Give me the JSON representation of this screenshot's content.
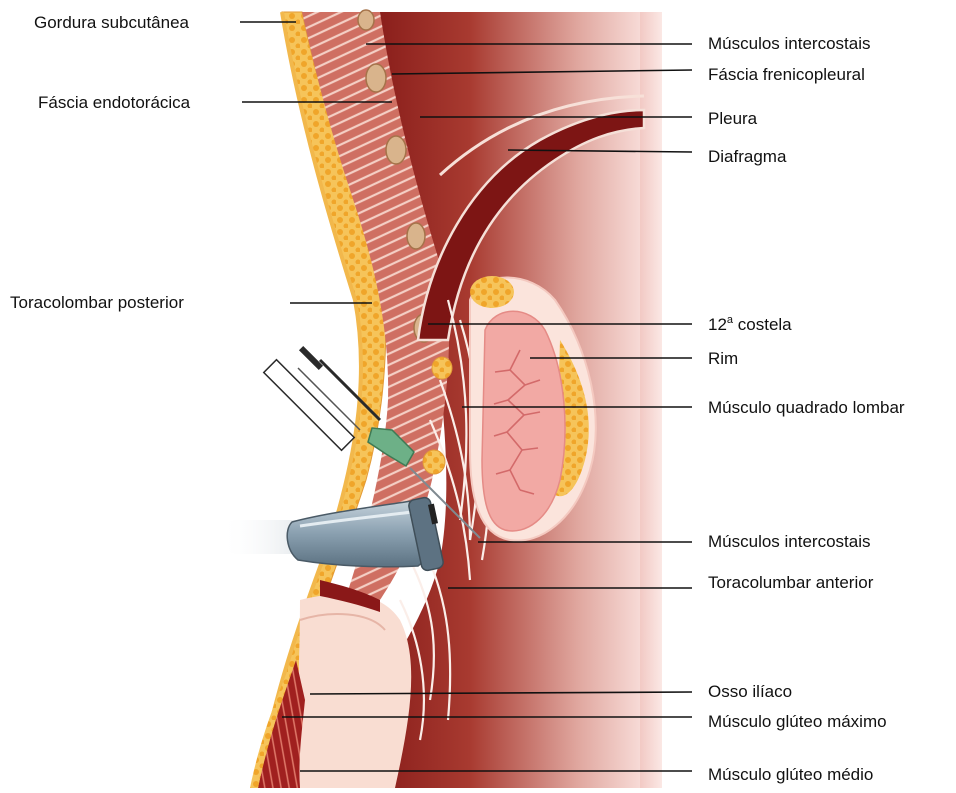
{
  "labels": {
    "gordura_subcutanea": "Gordura subcutânea",
    "fascia_endotoracica": "Fáscia endotorácica",
    "toracolombar_posterior": "Toracolombar posterior",
    "musculos_intercostais_top": "Músculos intercostais",
    "fascia_frenicopleural": "Fáscia frenicopleural",
    "pleura": "Pleura",
    "diafragma": "Diafragma",
    "costela_number": "12",
    "costela_sup": "a",
    "costela_word": " costela",
    "rim": "Rim",
    "musculo_quadrado_lombar": "Músculo quadrado lombar",
    "musculos_intercostais_bottom": "Músculos intercostais",
    "toracolumbar_anterior": "Toracolumbar anterior",
    "osso_iliaco": "Osso ilíaco",
    "musculo_gluteo_maximo": "Músculo glúteo máximo",
    "musculo_gluteo_medio": "Músculo glúteo médio"
  },
  "colors": {
    "muscle_dark": "#8e1b1c",
    "muscle_light": "#f4d6d0",
    "fat": "#f0b03a",
    "fascia": "#f7dcd2",
    "kidney": "#f2a9a4",
    "probe": "#8aa0b0",
    "needle_hub": "#6db087"
  }
}
